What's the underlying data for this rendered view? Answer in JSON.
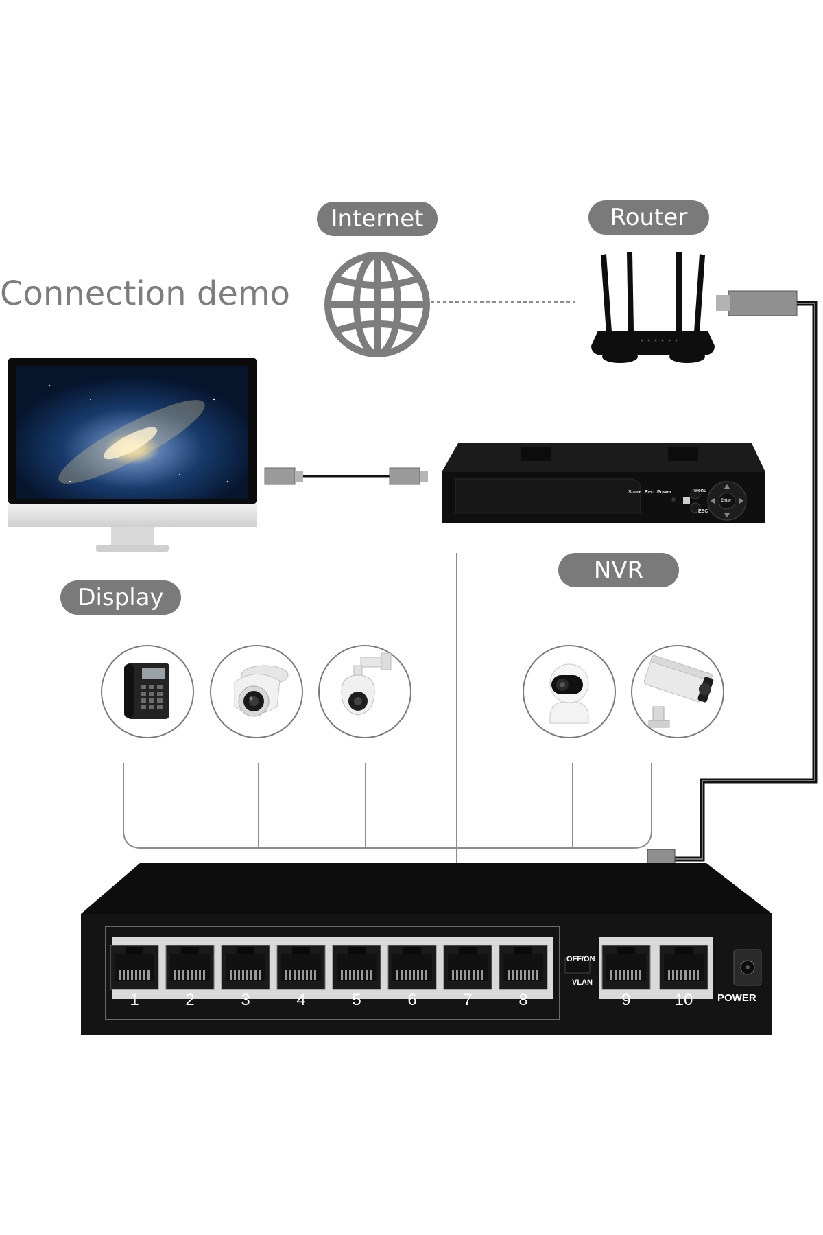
{
  "title": "Connection demo",
  "labels": {
    "internet": "Internet",
    "router": "Router",
    "nvr": "NVR",
    "display": "Display"
  },
  "devices": {
    "ip_phone": "ip-phone-icon",
    "dome_camera": "dome-camera-icon",
    "ptz_camera": "ptz-camera-icon",
    "home_camera": "home-camera-icon",
    "bullet_camera": "bullet-camera-icon"
  },
  "switch": {
    "ports_main": [
      "1",
      "2",
      "3",
      "4",
      "5",
      "6",
      "7",
      "8"
    ],
    "ports_uplink": [
      "9",
      "10"
    ],
    "vlan_top": "OFF/ON",
    "vlan_bottom": "VLAN",
    "power": "POWER"
  },
  "nvr_panel": {
    "spare": "Spare",
    "rec": "Rec",
    "power": "Power",
    "menu": "Menu",
    "esc": "ESC",
    "enter": "Enter"
  },
  "colors": {
    "pill": "#7a7a7a",
    "title": "#7d7d7d",
    "line": "#8c8c8c",
    "device": "#151515",
    "cable": "#111111"
  }
}
